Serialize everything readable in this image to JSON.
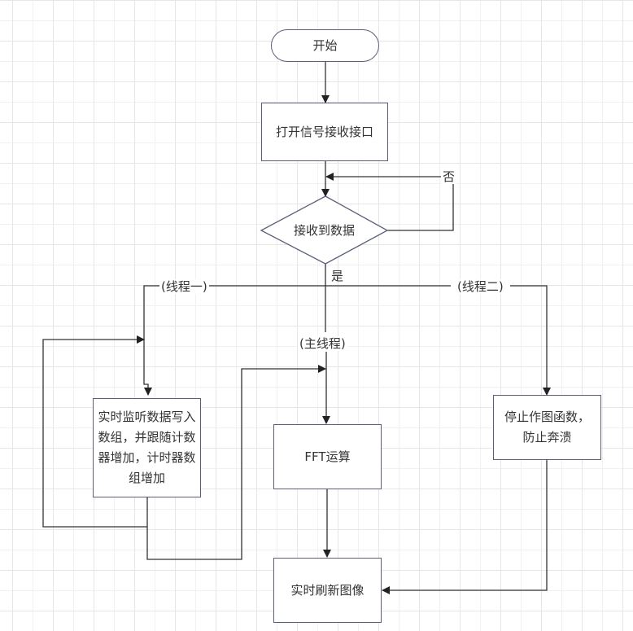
{
  "diagram": {
    "type": "flowchart",
    "nodes": {
      "start": "开始",
      "open_interface": "打开信号接收接口",
      "decision": "接收到数据",
      "thread1_task": "实时监听数据写入数组，并跟随计数器增加，计时器数组增加",
      "main_task": "FFT运算",
      "thread2_task": "停止作图函数，防止奔溃",
      "refresh": "实时刷新图像"
    },
    "edge_labels": {
      "no": "否",
      "yes": "是",
      "thread1": "(线程一)",
      "main_thread": "(主线程)",
      "thread2": "(线程二)"
    },
    "colors": {
      "node_border": "#5b6078",
      "line": "#333333",
      "grid": "#e6e6e6"
    }
  }
}
